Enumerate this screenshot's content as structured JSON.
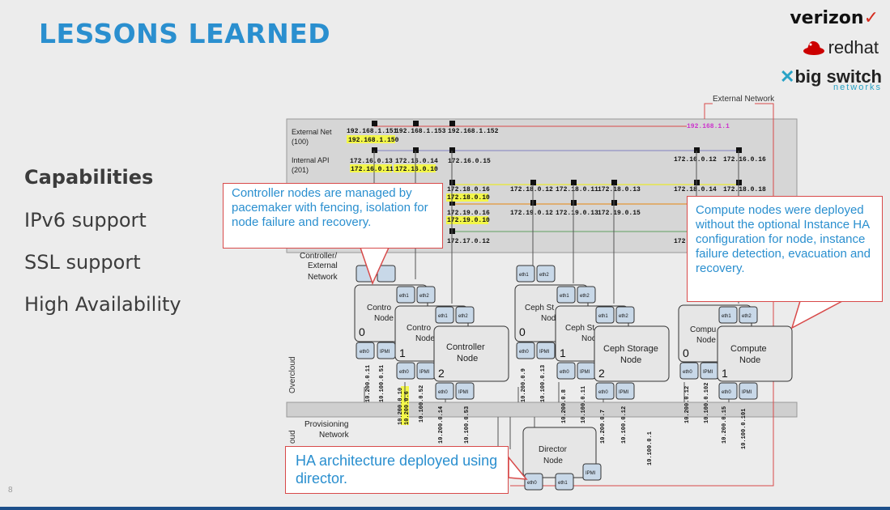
{
  "slide": {
    "title": "LESSONS LEARNED",
    "page_number": "8"
  },
  "logos": {
    "verizon": "verizon",
    "redhat": "redhat",
    "bigswitch": "big switch",
    "bigswitch_sub": "networks"
  },
  "capabilities": {
    "heading": "Capabilities",
    "items": [
      "IPv6 support",
      "SSL support",
      "High Availability"
    ]
  },
  "callouts": {
    "controller": "Controller nodes are managed by pacemaker with fencing, isolation for node failure and recovery.",
    "compute": "Compute nodes were deployed without the optional Instance HA configuration for node, instance failure detection, evacuation and recovery.",
    "director": "HA architecture deployed using director."
  },
  "networks": {
    "external_net": "External Net",
    "external_net_vlan": "(100)",
    "internal_api": "Internal API",
    "internal_api_vlan": "(201)",
    "external_network": "External Network",
    "controller_external": "Controller/ External Network",
    "provisioning": "Provisioning Network",
    "overcloud": "Overcloud",
    "undercloud": "oud"
  },
  "ips": {
    "ext_1": "192.168.1.151",
    "ext_2": "192.168.1.153",
    "ext_3": "192.168.1.152",
    "ext_vip": "192.168.1.150",
    "ext_gw": "192.168.1.1",
    "api_1": "172.16.0.13",
    "api_2": "172.16.0.14",
    "api_3": "172.16.0.15",
    "api_vip1": "172.16.0.11",
    "api_vip2": "172.16.0.10",
    "api_c1": "172.16.0.12",
    "api_c2": "172.16.0.16",
    "st_1": "172.18.0.16",
    "st_vip": "172.18.0.10",
    "st_2": "172.18.0.12",
    "st_3": "172.18.0.11",
    "st_4": "172.18.0.13",
    "st_c1": "172.18.0.14",
    "st_c2": "172.18.0.18",
    "sm_1": "172.19.0.16",
    "sm_vip": "172.19.0.10",
    "sm_2": "172.19.0.12",
    "sm_3": "172.19.0.13",
    "sm_4": "172.19.0.15",
    "tn_1": "172.17.0.12",
    "tn_c": "172",
    "p1": "10.200.0.11",
    "p2": "10.100.0.51",
    "p3": "10.200.0.10",
    "p4": "10.200.0.6",
    "p5": "10.100.0.52",
    "p6": "10.200.0.14",
    "p7": "10.100.0.53",
    "p8": "10.200.0.9",
    "p9": "10.100.0.13",
    "p10": "10.200.0.8",
    "p11": "10.100.0.11",
    "p12": "10.200.0.7",
    "p13": "10.100.0.12",
    "p14": "10.200.0.12",
    "p15": "10.100.0.102",
    "p16": "10.200.0.15",
    "p17": "10.100.0.101",
    "p18": "10.100.0.1"
  },
  "nodes": {
    "ctrl_0": "Contro Node",
    "ctrl_1": "Contro Node",
    "ctrl_2": "Controller Node",
    "ceph_0": "Ceph St Nod",
    "ceph_1": "Ceph St Noc",
    "ceph_2": "Ceph Storage Node",
    "comp_0": "Compu Node",
    "comp_1": "Compute Node",
    "director": "Director Node",
    "n0": "0",
    "n1": "1",
    "n2": "2",
    "eth0": "eth0",
    "eth1": "eth1",
    "eth2": "eth2",
    "ipmi": "IPMI"
  },
  "colors": {
    "title": "#2a8fcf",
    "callout_border": "#d84a4a",
    "callout_text": "#2a8fcf",
    "highlight": "#f3f74a",
    "magenta_ip": "#cc33cc",
    "diagram_bg": "#d8d8d8"
  }
}
